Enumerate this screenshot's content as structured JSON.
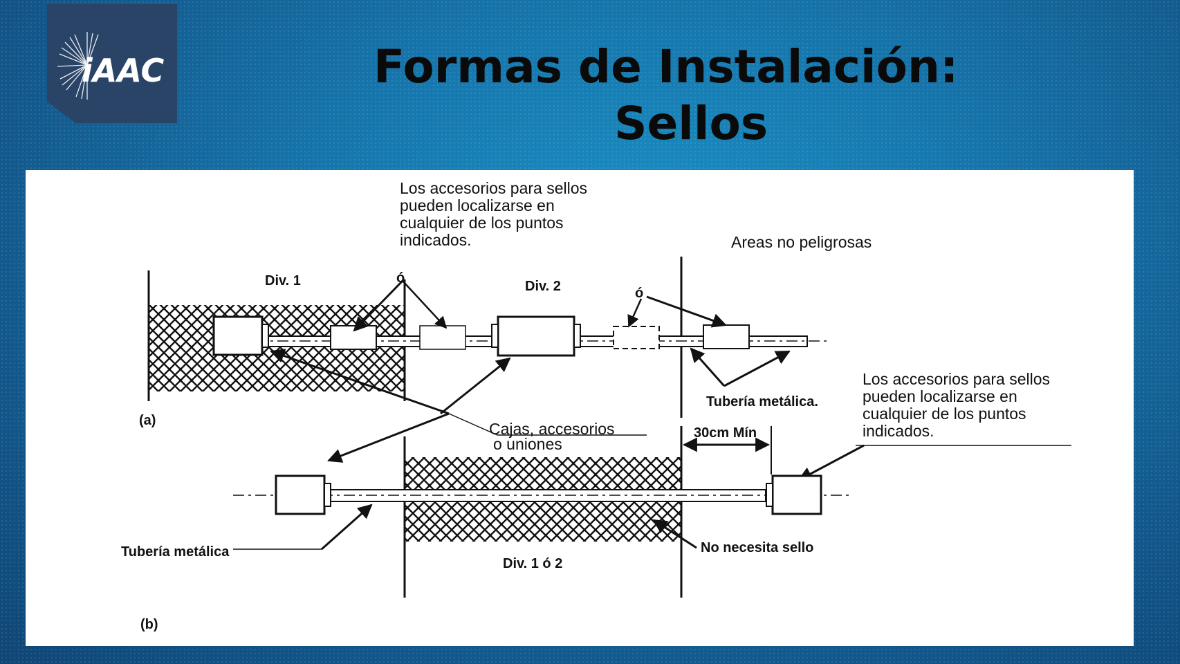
{
  "slide": {
    "title_line1": "Formas de Instalación:",
    "title_line2": "Sellos",
    "logo_text": "iAAC"
  },
  "colors": {
    "background": "#1677ad",
    "logo_panel": "#2a4467",
    "title": "#0a0a0a"
  },
  "diagram": {
    "note_top": [
      "Los accesorios para sellos",
      "pueden localizarse en",
      "cualquier de los puntos",
      "indicados."
    ],
    "note_right": [
      "Los accesorios para sellos",
      "pueden localizarse en",
      "cualquier de los puntos",
      "indicados."
    ],
    "areas_no_peligrosas": "Areas no peligrosas",
    "div1": "Div. 1",
    "div2": "Div. 2",
    "o_symbol_1": "ó",
    "o_symbol_2": "ó",
    "tuberia_top": "Tubería metálica.",
    "label_a": "(a)",
    "cajas_line1": "Cajas, accesorios",
    "cajas_line2": "o uniones",
    "dimension": "30cm Mín",
    "tuberia_bottom": "Tubería metálica",
    "no_necesita_sello": "No necesita sello",
    "div1o2": "Div. 1 ó 2",
    "label_b": "(b)"
  }
}
